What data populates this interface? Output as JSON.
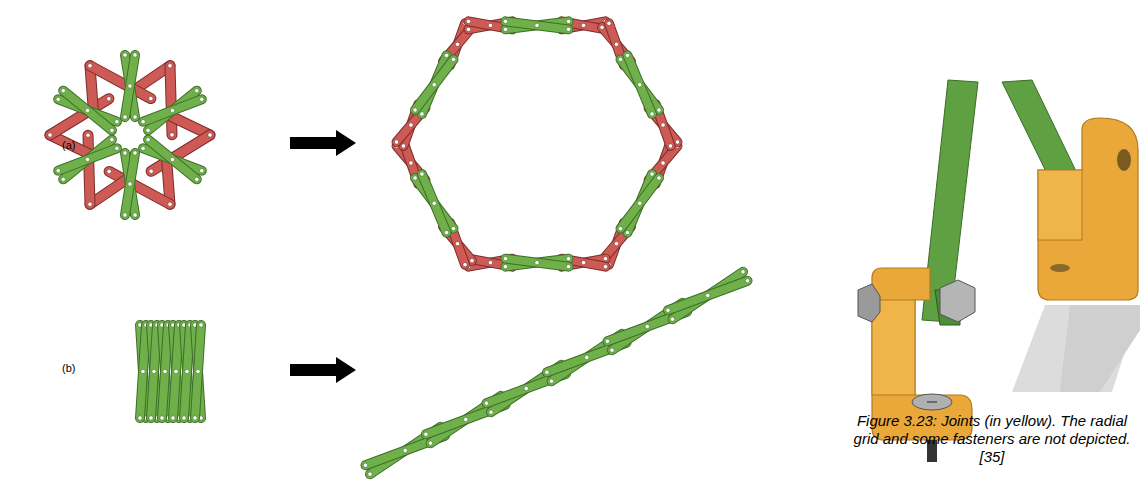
{
  "diagram": {
    "caption": "Figure 3.23: Joints (in yellow). The radial grid and some fasteners are not depicted. [35]",
    "labels": [
      "(a)",
      "(b)"
    ]
  }
}
